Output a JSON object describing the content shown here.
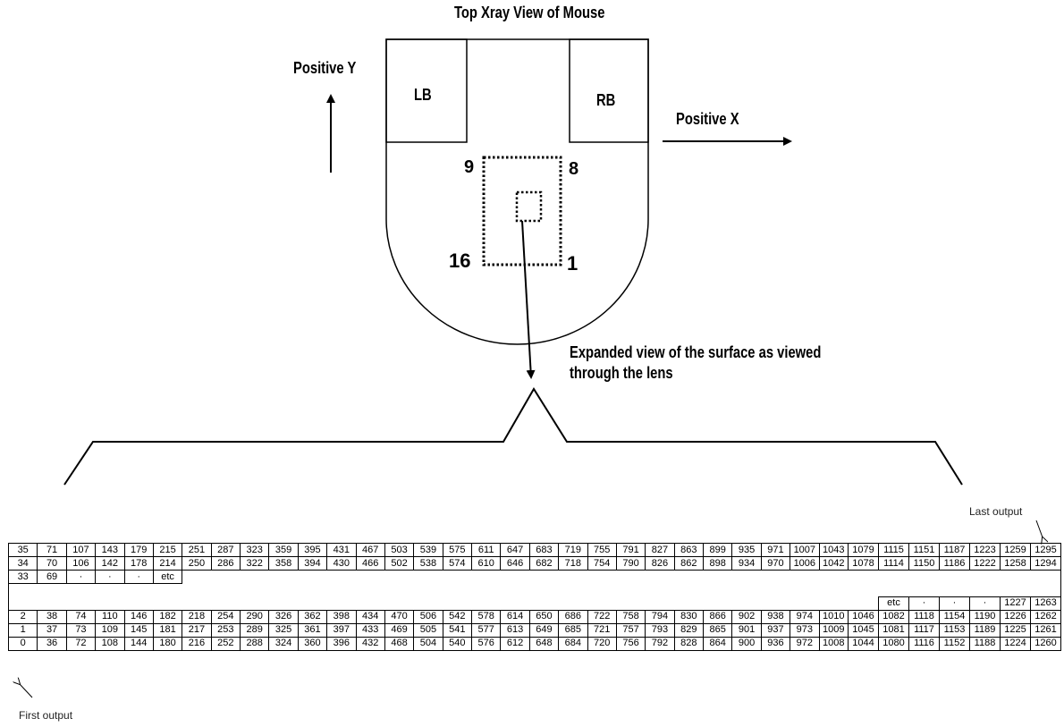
{
  "title": "Top Xray View of Mouse",
  "axes": {
    "positive_y": "Positive Y",
    "positive_x": "Positive X"
  },
  "buttons": {
    "left": "LB",
    "right": "RB"
  },
  "sensor_corners": {
    "top_left": "9",
    "top_right": "8",
    "bottom_left": "16",
    "bottom_right": "1"
  },
  "expanded_view_caption": [
    "Expanded view of the surface as viewed",
    "through the lens"
  ],
  "last_output_label": "Last output",
  "first_output_label": "First output",
  "table": {
    "rows": [
      {
        "kind": "full",
        "cells": [
          "35",
          "71",
          "107",
          "143",
          "179",
          "215",
          "251",
          "287",
          "323",
          "359",
          "395",
          "431",
          "467",
          "503",
          "539",
          "575",
          "611",
          "647",
          "683",
          "719",
          "755",
          "791",
          "827",
          "863",
          "899",
          "935",
          "971",
          "1007",
          "1043",
          "1079",
          "1115",
          "1151",
          "1187",
          "1223",
          "1259",
          "1295"
        ]
      },
      {
        "kind": "full",
        "cells": [
          "34",
          "70",
          "106",
          "142",
          "178",
          "214",
          "250",
          "286",
          "322",
          "358",
          "394",
          "430",
          "466",
          "502",
          "538",
          "574",
          "610",
          "646",
          "682",
          "718",
          "754",
          "790",
          "826",
          "862",
          "898",
          "934",
          "970",
          "1006",
          "1042",
          "1078",
          "1114",
          "1150",
          "1186",
          "1222",
          "1258",
          "1294"
        ]
      },
      {
        "kind": "left",
        "cells": [
          "33",
          "69",
          "·",
          "·",
          "·",
          "etc"
        ]
      },
      {
        "kind": "blank",
        "cells": []
      },
      {
        "kind": "right",
        "cells": [
          "etc",
          "·",
          "·",
          "·",
          "1227",
          "1263"
        ]
      },
      {
        "kind": "full",
        "cells": [
          "2",
          "38",
          "74",
          "110",
          "146",
          "182",
          "218",
          "254",
          "290",
          "326",
          "362",
          "398",
          "434",
          "470",
          "506",
          "542",
          "578",
          "614",
          "650",
          "686",
          "722",
          "758",
          "794",
          "830",
          "866",
          "902",
          "938",
          "974",
          "1010",
          "1046",
          "1082",
          "1118",
          "1154",
          "1190",
          "1226",
          "1262"
        ]
      },
      {
        "kind": "full",
        "cells": [
          "1",
          "37",
          "73",
          "109",
          "145",
          "181",
          "217",
          "253",
          "289",
          "325",
          "361",
          "397",
          "433",
          "469",
          "505",
          "541",
          "577",
          "613",
          "649",
          "685",
          "721",
          "757",
          "793",
          "829",
          "865",
          "901",
          "937",
          "973",
          "1009",
          "1045",
          "1081",
          "1117",
          "1153",
          "1189",
          "1225",
          "1261"
        ]
      },
      {
        "kind": "full",
        "cells": [
          "0",
          "36",
          "72",
          "108",
          "144",
          "180",
          "216",
          "252",
          "288",
          "324",
          "360",
          "396",
          "432",
          "468",
          "504",
          "540",
          "576",
          "612",
          "648",
          "684",
          "720",
          "756",
          "792",
          "828",
          "864",
          "900",
          "936",
          "972",
          "1008",
          "1044",
          "1080",
          "1116",
          "1152",
          "1188",
          "1224",
          "1260"
        ]
      }
    ]
  }
}
